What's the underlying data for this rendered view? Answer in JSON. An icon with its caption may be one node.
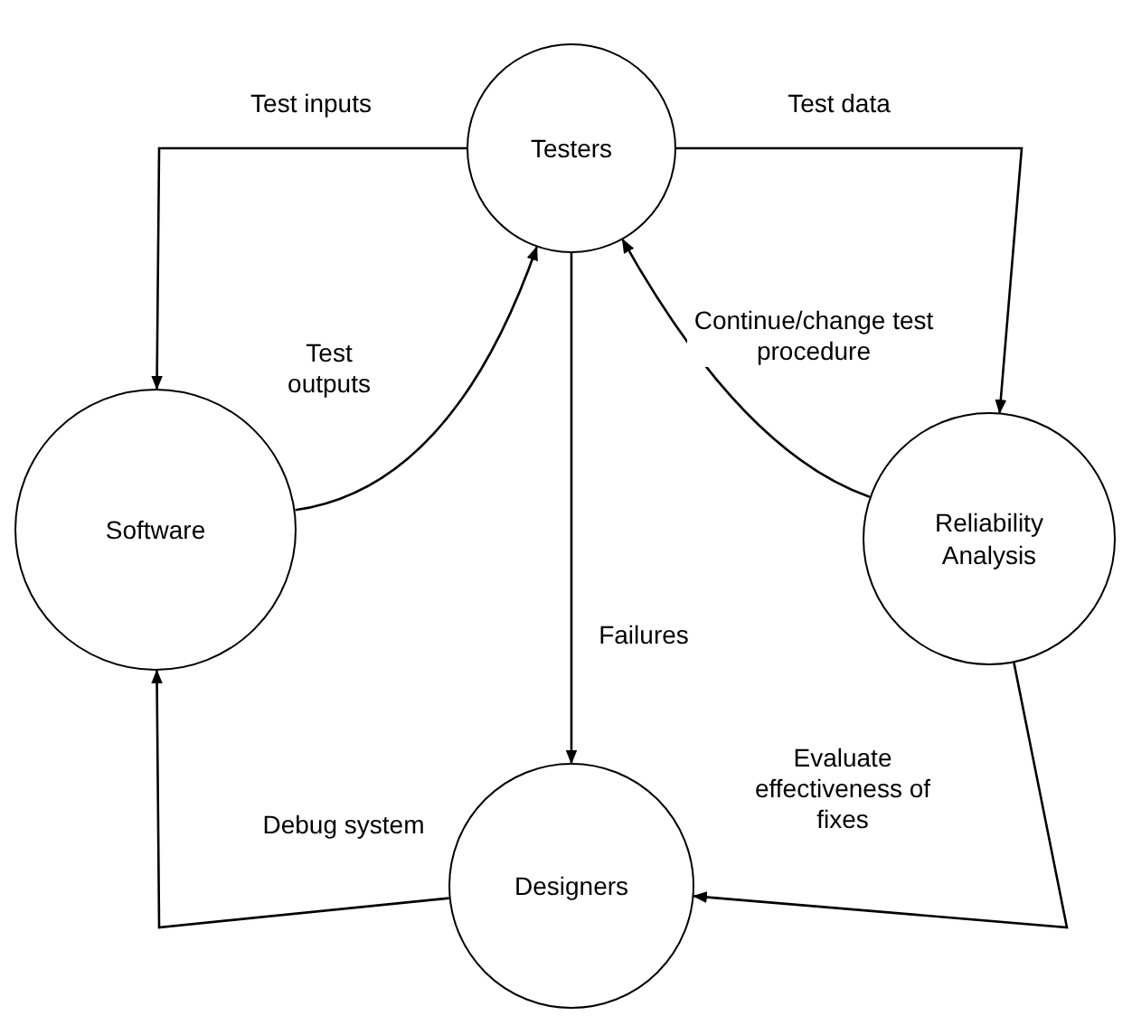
{
  "diagram": {
    "nodes": [
      {
        "text": [
          "Testers"
        ]
      },
      {
        "text": [
          "Software"
        ]
      },
      {
        "text": [
          "Reliability Analysis"
        ]
      },
      {
        "text": [
          "Designers"
        ]
      }
    ],
    "edges": [
      {
        "from": 0,
        "to": 1,
        "arrow": "to",
        "label": "Test inputs"
      },
      {
        "from": 1,
        "to": 0,
        "arrow": "to",
        "label": "Test outputs"
      },
      {
        "from": 0,
        "to": 2,
        "arrow": "to",
        "label": "Test data"
      },
      {
        "from": 2,
        "to": 0,
        "arrow": "to",
        "label": "Continue/change test procedure"
      },
      {
        "from": 0,
        "to": 3,
        "arrow": "to",
        "label": "Failures"
      },
      {
        "from": 2,
        "to": 3,
        "arrow": "to",
        "label": "Evaluate effectiveness of fixes"
      },
      {
        "from": 3,
        "to": 1,
        "arrow": "to",
        "label": "Debug system"
      }
    ]
  }
}
